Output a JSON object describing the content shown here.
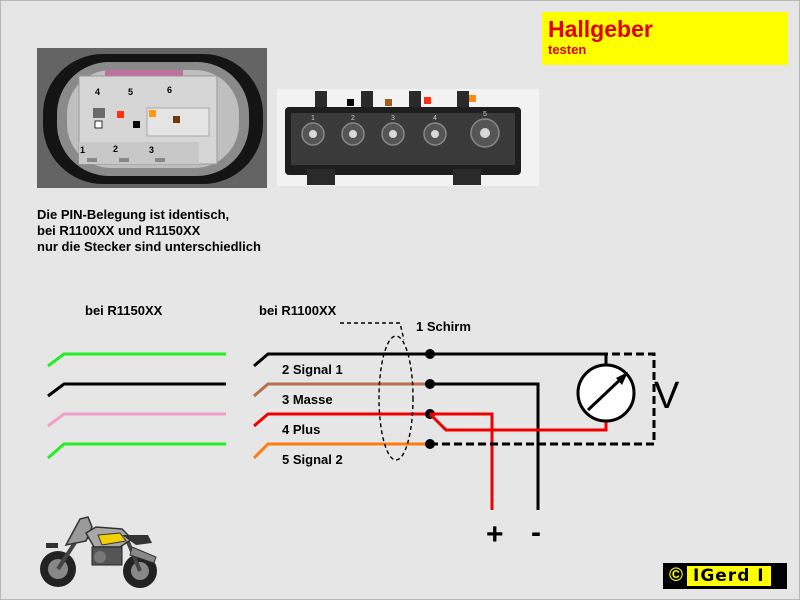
{
  "title": {
    "main": "Hallgeber",
    "sub": "testen"
  },
  "left_photo": {
    "pins_top": [
      "4",
      "5",
      "6"
    ],
    "pins_bottom": [
      "1",
      "2",
      "3"
    ]
  },
  "right_photo": {
    "pins": [
      "1",
      "2",
      "3",
      "4",
      "5"
    ]
  },
  "description": {
    "line1": "Die PIN-Belegung ist identisch,",
    "line2": "bei R1100XX und R1150XX",
    "line3": "nur die Stecker sind unterschiedlich"
  },
  "diagram": {
    "label_r1150": "bei R1150XX",
    "label_r1100": "bei R1100XX",
    "shield": "1 Schirm",
    "pins": [
      {
        "label": "2 Signal 1",
        "color": "#000000"
      },
      {
        "label": "3 Masse",
        "color": "#b8704a"
      },
      {
        "label": "4 Plus",
        "color": "#ee0000"
      },
      {
        "label": "5 Signal 2",
        "color": "#ff7a10"
      }
    ],
    "r1150_wire_colors": [
      "#22ee22",
      "#000000",
      "#f0a0c8",
      "#22ee22"
    ],
    "meter_unit": "V",
    "plus": "+",
    "minus": "-"
  },
  "logo": {
    "copyright": "©",
    "name": "IGerd I"
  }
}
